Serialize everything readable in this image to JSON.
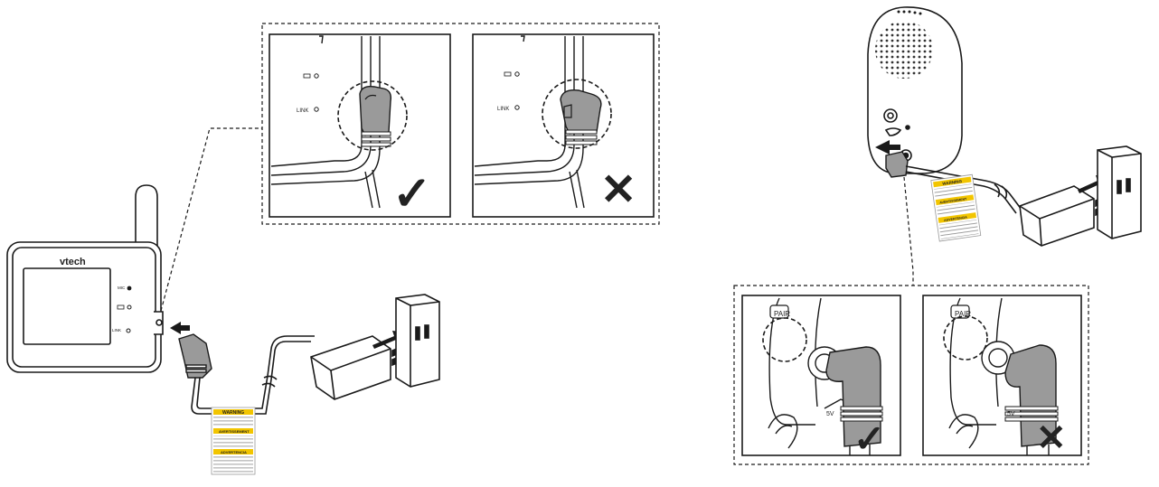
{
  "parent_unit": {
    "brand": "vtech",
    "indicators": [
      "MIC",
      "LINK"
    ]
  },
  "baby_unit": {
    "labels": [
      "PAIR",
      "5V"
    ]
  },
  "insets": {
    "parent_unit": {
      "indicators": [
        "LINK"
      ],
      "correct_mark": "✓",
      "incorrect_mark": "✕"
    },
    "baby_unit": {
      "labels": [
        "PAIR",
        "5V"
      ],
      "correct_mark": "✓",
      "incorrect_mark": "✕"
    }
  },
  "warning_tag": {
    "headings": [
      "WARNING",
      "AVERTISSEMENT",
      "ADVERTENCIA"
    ]
  },
  "colors": {
    "line": "#1a1a1a",
    "plug_fill": "#9a9a9a",
    "warning_yellow": "#f2c500"
  }
}
